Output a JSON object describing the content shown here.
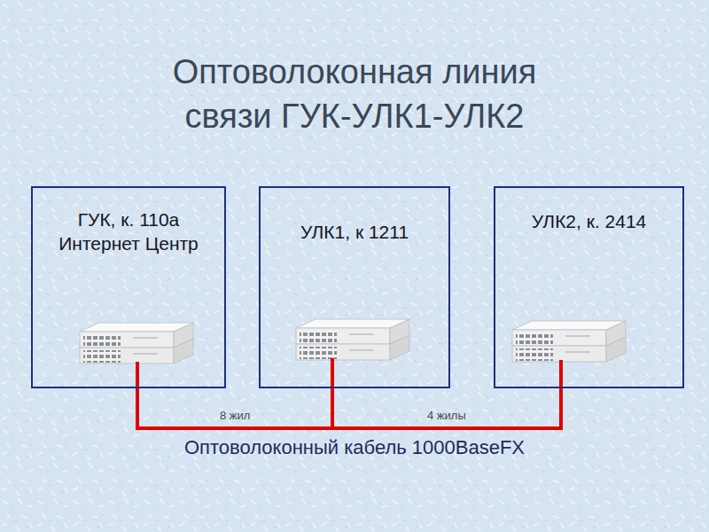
{
  "diagram": {
    "title": "Оптоволоконная линия связи ГУК-УЛК1-УЛК2",
    "caption": "Оптоволоконный кабель 1000BaseFX",
    "nodes": [
      {
        "text": [
          "ГУК, к. 110а Интернет Центр"
        ]
      },
      {
        "text": [
          "УЛК1, к 1211"
        ]
      },
      {
        "text": [
          "УЛК2, к. 2414"
        ]
      }
    ],
    "edges": [
      {
        "from": 0,
        "to": 1,
        "arrow": "none",
        "label": "8 жил"
      },
      {
        "from": 1,
        "to": 2,
        "arrow": "none",
        "label": "4 жилы"
      }
    ]
  }
}
